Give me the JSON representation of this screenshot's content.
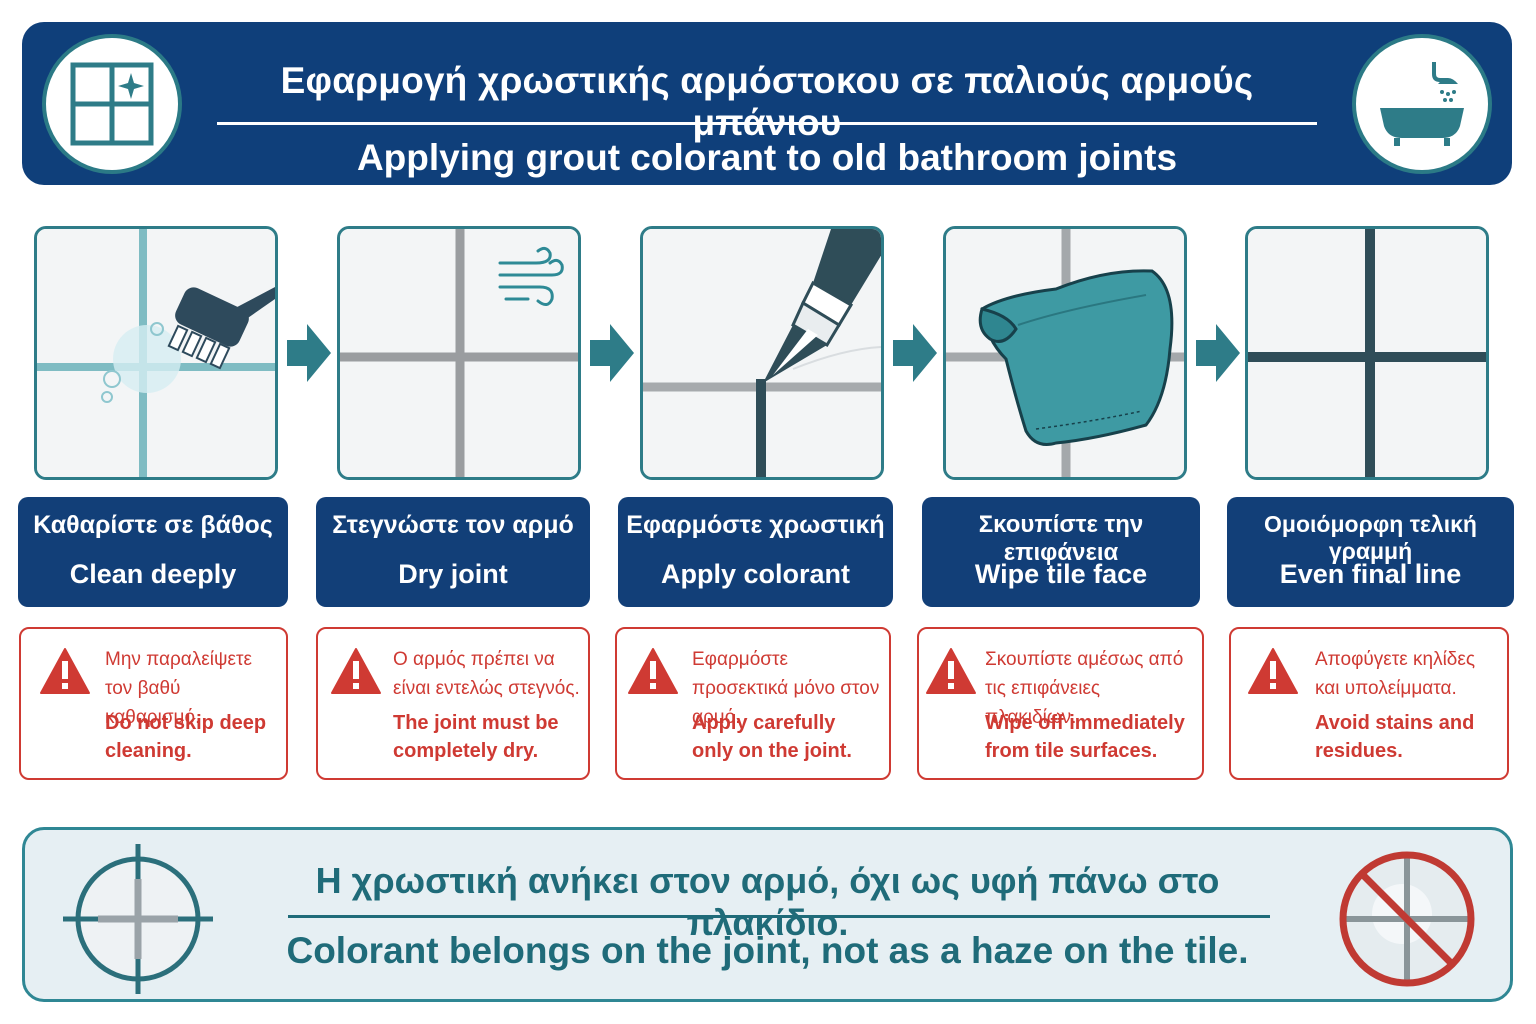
{
  "header": {
    "title_gr": "Εφαρμογή χρωστικής αρμόστοκου σε παλιούς αρμούς μπάνιου",
    "title_en": "Applying grout colorant to old bathroom joints",
    "left_icon": "sparkling-tile-icon",
    "right_icon": "bathtub-shower-icon"
  },
  "steps": [
    {
      "icon": "scrub-brush-icon",
      "label_gr": "Καθαρίστε σε βάθος",
      "label_en": "Clean deeply",
      "warning_gr": "Μην παραλείψετε τον βαθύ καθαρισμό.",
      "warning_en": "Do not skip deep cleaning."
    },
    {
      "icon": "air-flow-icon",
      "label_gr": "Στεγνώστε τον αρμό",
      "label_en": "Dry joint",
      "warning_gr": "Ο αρμός πρέπει να είναι εντελώς στεγνός.",
      "warning_en": "The joint must be completely dry."
    },
    {
      "icon": "colorant-pen-icon",
      "label_gr": "Εφαρμόστε χρωστική",
      "label_en": "Apply colorant",
      "warning_gr": "Εφαρμόστε προσεκτικά μόνο στον αρμό.",
      "warning_en": "Apply carefully only on the joint."
    },
    {
      "icon": "cloth-icon",
      "label_gr": "Σκουπίστε την επιφάνεια",
      "label_en": "Wipe tile face",
      "warning_gr": "Σκουπίστε αμέσως από τις επιφάνειες πλακιδίων.",
      "warning_en": "Wipe off immediately from tile surfaces."
    },
    {
      "icon": "finished-joint-icon",
      "label_gr": "Ομοιόμορφη τελική γραμμή",
      "label_en": "Even final line",
      "warning_gr": "Αποφύγετε κηλίδες και υπολείμματα.",
      "warning_en": "Avoid stains and residues."
    }
  ],
  "footer": {
    "text_gr": "Η χρωστική ανήκει στον αρμό, όχι ως υφή πάνω στο πλακίδιο.",
    "text_en": "Colorant belongs on the joint, not as a haze on the tile.",
    "left_icon": "target-joint-icon",
    "right_icon": "no-haze-icon"
  },
  "colors": {
    "navy": "#0f3f7a",
    "teal": "#2e7c88",
    "warning_red": "#cf3a33",
    "footer_bg": "#e6eff3"
  }
}
